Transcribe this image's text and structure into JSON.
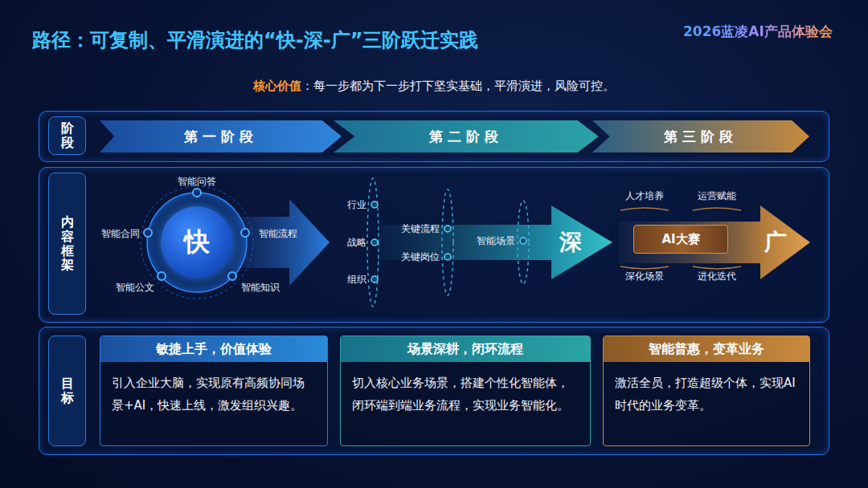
{
  "diagram": {
    "title": "路径：可复制、平滑演进的“快-深-广”三阶跃迁实践",
    "nodes": [
      {
        "text": [
          "阶段"
        ]
      },
      {
        "text": [
          "第一阶段"
        ]
      },
      {
        "text": [
          "第二阶段"
        ]
      },
      {
        "text": [
          "第三阶段"
        ]
      },
      {
        "text": [
          "内容框架"
        ]
      },
      {
        "text": [
          "快"
        ]
      },
      {
        "text": [
          "深"
        ]
      },
      {
        "text": [
          "AI大赛"
        ]
      },
      {
        "text": [
          "广"
        ]
      },
      {
        "text": [
          "目标"
        ]
      },
      {
        "text": [
          "敏捷上手，价值体验",
          "引入企业大脑，实现原有高频协同场景+AI，快速上线，激发组织兴趣。"
        ]
      },
      {
        "text": [
          "场景深耕，闭环流程",
          "切入核心业务场景，搭建个性化智能体，闭环端到端业务流程，实现业务智能化。"
        ]
      },
      {
        "text": [
          "智能普惠，变革业务",
          "激活全员，打造超级个体，实现AI时代的业务变革。"
        ]
      }
    ],
    "labels": [
      "2026蓝凌AI产品体验会",
      "核心价值",
      "：每一步都为下一步打下坚实基础，平滑演进，风险可控。",
      "智能问答",
      "智能流程",
      "智能知识",
      "智能公文",
      "智能合同",
      "行业",
      "战略",
      "组织",
      "关键流程",
      "关键岗位",
      "智能场景",
      "人才培养",
      "运营赋能",
      "深化场景",
      "进化迭代"
    ]
  }
}
